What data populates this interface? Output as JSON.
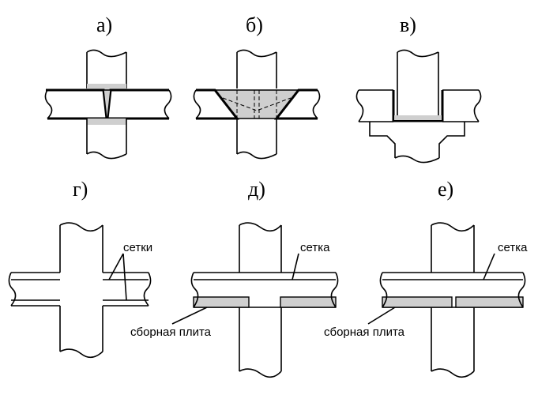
{
  "panels": {
    "a": {
      "label": "а)"
    },
    "b": {
      "label": "б)"
    },
    "v": {
      "label": "в)"
    },
    "g": {
      "label": "г)",
      "mesh": "сетки"
    },
    "d": {
      "label": "д)",
      "mesh": "сетка",
      "slab": "сборная плита"
    },
    "e": {
      "label": "е)",
      "mesh": "сетка",
      "slab": "сборная плита"
    }
  }
}
